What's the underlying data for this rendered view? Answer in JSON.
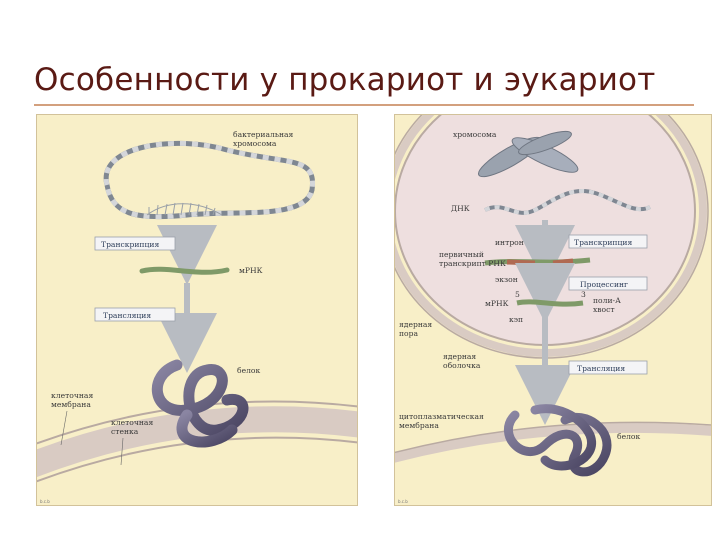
{
  "slide": {
    "title": "Особенности у прокариот и эукариот"
  },
  "prokaryote": {
    "labels": {
      "chromosome_line1": "бактериальная",
      "chromosome_line2": "хромосома",
      "transcription": "Транскрипция",
      "mrna": "мРНК",
      "translation": "Трансляция",
      "protein": "белок",
      "membrane_line1": "клеточная",
      "membrane_line2": "мембрана",
      "wall_line1": "клеточная",
      "wall_line2": "стенка"
    },
    "corner_text": "b.c.b"
  },
  "eukaryote": {
    "labels": {
      "chromosome": "хромосома",
      "dna": "ДНК",
      "intron": "интрон",
      "transcription": "Транскрипция",
      "primary_line1": "первичный",
      "primary_line2": "транскрипт РНК",
      "exon": "экзон",
      "processing": "Процессинг",
      "mrna": "мРНК",
      "five_prime": "5",
      "three_prime": "3",
      "polya_line1": "поли-А",
      "polya_line2": "хвост",
      "cap": "кэп",
      "pore_line1": "ядерная",
      "pore_line2": "пора",
      "envelope_line1": "ядерная",
      "envelope_line2": "оболочка",
      "translation": "Трансляция",
      "cyto_line1": "цитоплазматическая",
      "cyto_line2": "мембрана",
      "protein": "белок"
    },
    "corner_text": "b.c.b"
  },
  "colors": {
    "title": "#5a1a14",
    "title_rule": "#d3a07e",
    "cytoplasm": "#f8efc8",
    "nucleus": "#eedfdf",
    "membrane": "#d9cbc3",
    "dna": "#7f8792",
    "rna": "#7f9a68",
    "intron": "#b06a52",
    "protein": "#5e5976",
    "arrow": "#b8bcc2",
    "label_box": "#f4f4f6",
    "label_box_text": "#2e3e5a"
  }
}
